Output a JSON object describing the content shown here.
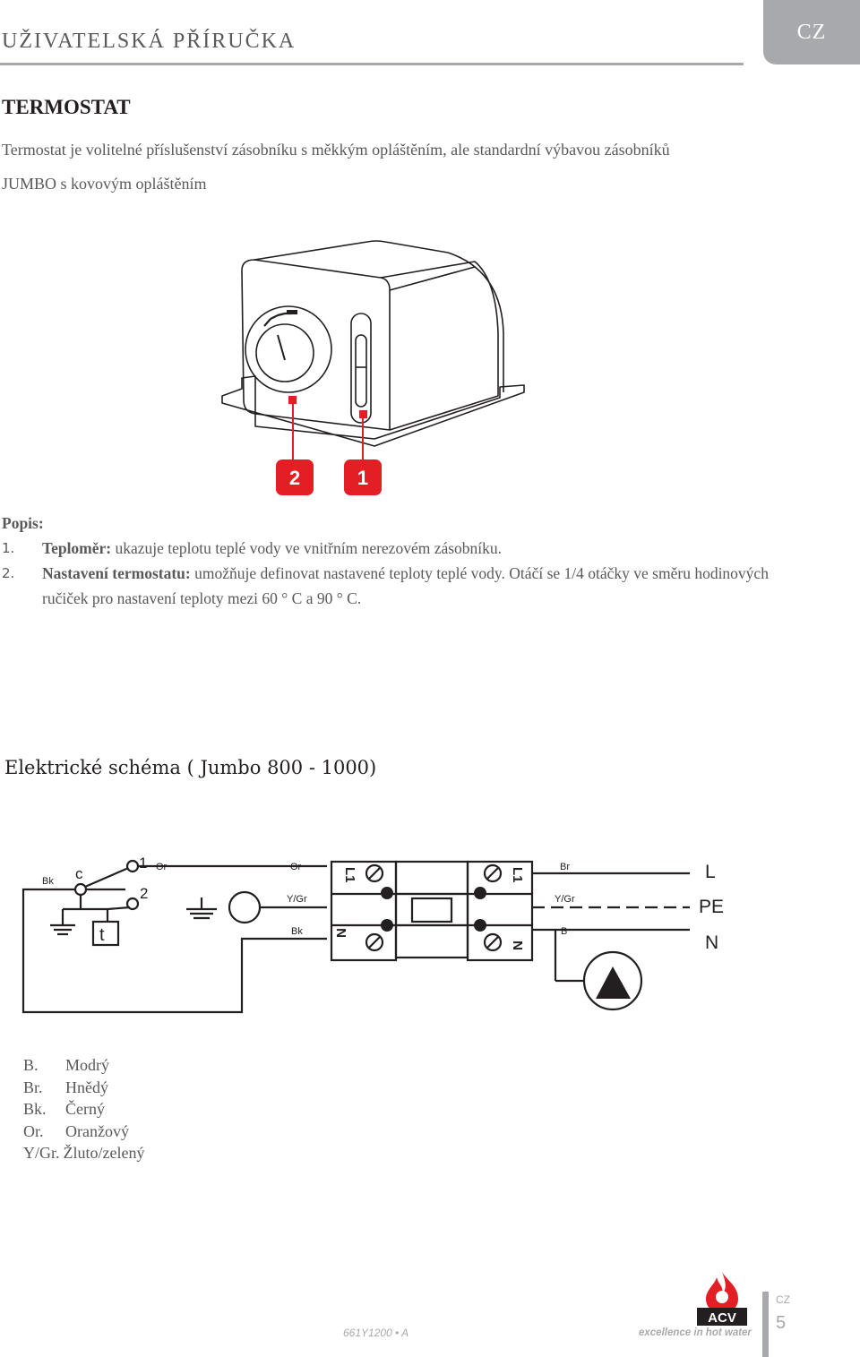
{
  "header": {
    "title": "UŽIVATELSKÁ PŘÍRUČKA",
    "lang": "CZ"
  },
  "section": {
    "title": "TERMOSTAT",
    "intro": "Termostat je volitelné příslušenství zásobníku s měkkým opláštěním, ale standardní výbavou zásobníků JUMBO s kovovým opláštěním"
  },
  "figure": {
    "callout_1": "1",
    "callout_2": "2",
    "accent_color": "#e31e24"
  },
  "description": {
    "heading": "Popis:",
    "items": [
      {
        "num": "1.",
        "term": "Teploměr:",
        "text": " ukazuje teplotu teplé vody ve vnitřním nerezovém zásobníku."
      },
      {
        "num": "2.",
        "term": "Nastavení termostatu:",
        "text": " umožňuje definovat nastavené teploty teplé vody. Otáčí se 1/4 otáčky ve směru hodinových ručiček pro nastavení teploty mezi 60 ° C a 90 ° C."
      }
    ]
  },
  "schema": {
    "title": "Elektrické schéma ( Jumbo 800 - 1000)",
    "labels": {
      "bk_left": "Bk",
      "c": "c",
      "one": "1",
      "two": "2",
      "or_left": "Or",
      "t": "t",
      "or_mid": "Or",
      "ygr_mid": "Y/Gr",
      "bk_mid": "Bk",
      "l1_a": "L1",
      "n_a": "N",
      "l1_b": "L1",
      "n_b": "N",
      "br": "Br",
      "ygr_right": "Y/Gr",
      "b": "B",
      "L": "L",
      "PE": "PE",
      "N": "N"
    }
  },
  "legend": [
    {
      "code": "B.",
      "name": "Modrý"
    },
    {
      "code": "Br.",
      "name": "Hnědý"
    },
    {
      "code": "Bk.",
      "name": "Černý"
    },
    {
      "code": "Or.",
      "name": "Oranžový"
    },
    {
      "code": "Y/Gr.",
      "name": "Žluto/zelený"
    }
  ],
  "footer": {
    "doc_code": "661Y1200 • A",
    "logo_text": "ACV",
    "tagline": "excellence in hot water",
    "lang": "CZ",
    "page": "5"
  }
}
